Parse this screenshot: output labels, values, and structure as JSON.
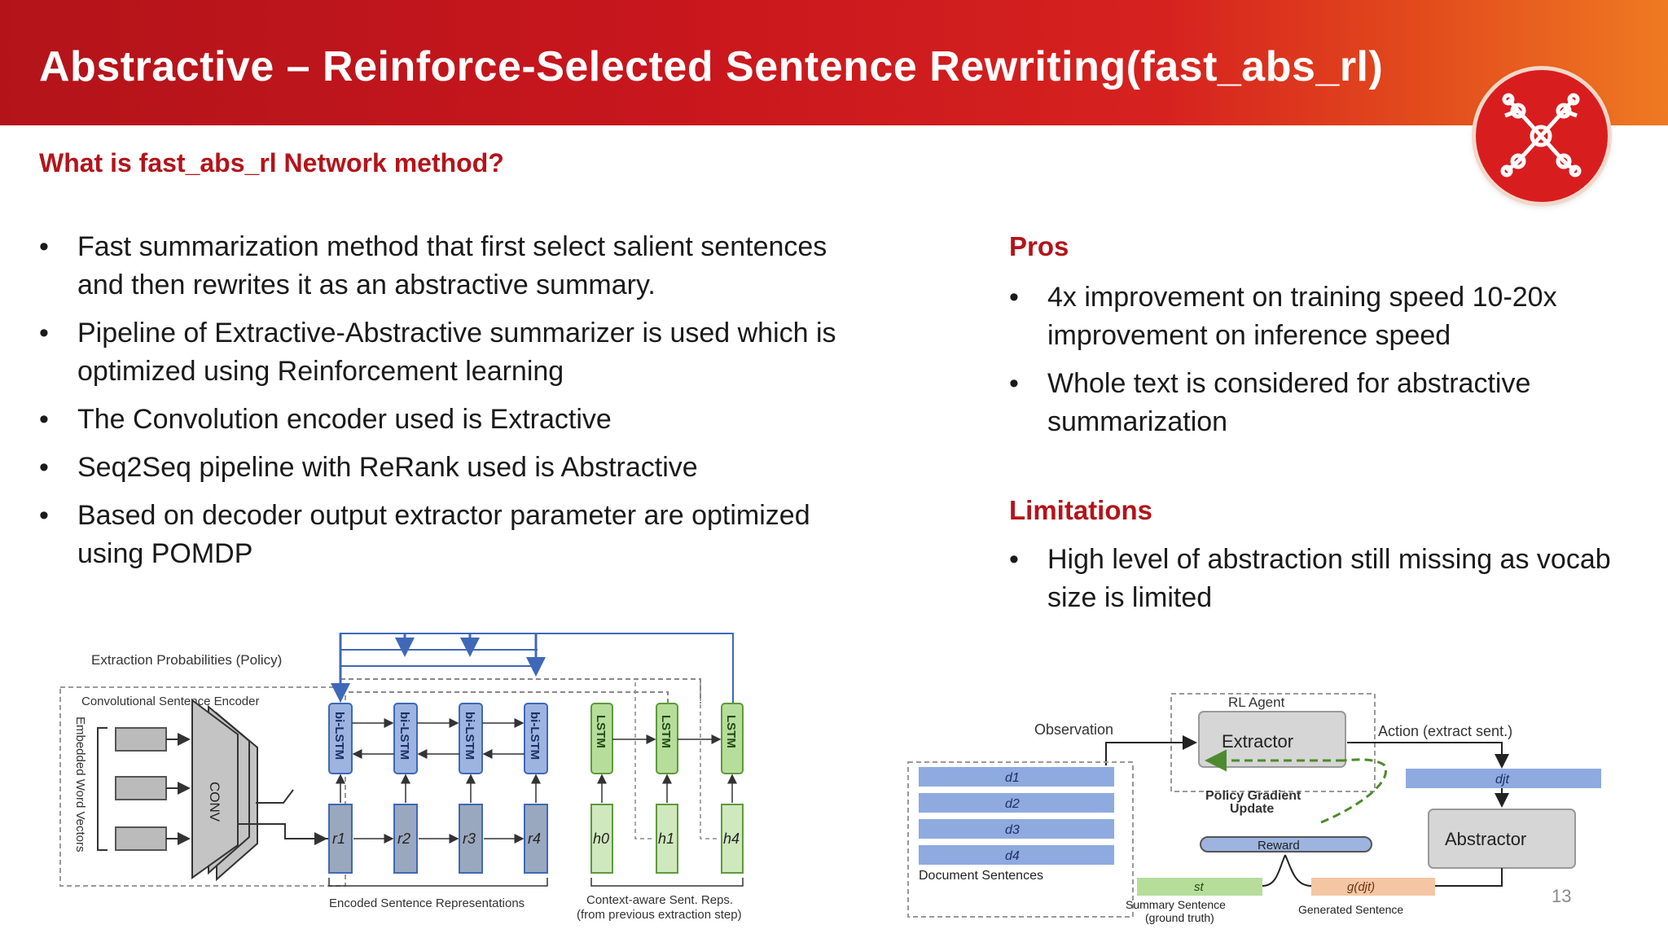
{
  "slide": {
    "title": "Abstractive – Reinforce-Selected Sentence Rewriting(fast_abs_rl)",
    "logo_icon": "network-graph-icon",
    "question": "What is fast_abs_rl Network method?",
    "bullets": [
      "Fast summarization method that first select salient sentences and then rewrites it as an abstractive summary.",
      "Pipeline of Extractive-Abstractive summarizer is used which is optimized using Reinforcement learning",
      "The Convolution encoder used is Extractive",
      "Seq2Seq pipeline with ReRank used is Abstractive",
      "Based on decoder output extractor parameter are optimized using POMDP"
    ],
    "pros_heading": "Pros",
    "pros": [
      "4x improvement on training speed 10-20x improvement on inference speed",
      "Whole text is considered for abstractive summarization"
    ],
    "limitations_heading": "Limitations",
    "limitations": [
      "High level of abstraction still missing as vocab size is limited"
    ],
    "page_number": "13"
  },
  "left_diagram": {
    "policy_label": "Extraction Probabilities (Policy)",
    "encoder_label": "Convolutional Sentence Encoder",
    "word_vectors_label": "Embedded Word Vectors",
    "conv_label": "CONV",
    "bilstm_label": "bi-LSTM",
    "lstm_label": "LSTM",
    "r_labels": [
      "r1",
      "r2",
      "r3",
      "r4"
    ],
    "h_labels": [
      "h0",
      "h1",
      "h4"
    ],
    "encoded_label": "Encoded Sentence Representations",
    "context_label_1": "Context-aware Sent. Reps.",
    "context_label_2": "(from previous extraction step)"
  },
  "right_diagram": {
    "rl_agent": "RL Agent",
    "observation": "Observation",
    "extractor": "Extractor",
    "action": "Action (extract sent.)",
    "policy_gradient_1": "Policy Gradient",
    "policy_gradient_2": "Update",
    "reward": "Reward",
    "abstractor": "Abstractor",
    "d_labels": [
      "d1",
      "d2",
      "d3",
      "d4"
    ],
    "dj_label": "djt",
    "document_sentences": "Document Sentences",
    "st_label": "st",
    "gdj_label": "g(djt)",
    "summary_1": "Summary Sentence",
    "summary_2": "(ground truth)",
    "generated": "Generated Sentence"
  },
  "colors": {
    "brand_red": "#b3141a",
    "accent_orange": "#ef7a22",
    "lstm_blue": "#9db4e0",
    "lstm_green": "#b6dd9a",
    "doc_blue": "#8eaadf"
  }
}
